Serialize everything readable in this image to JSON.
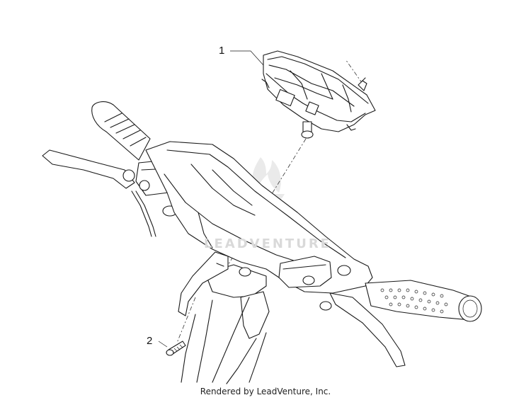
{
  "diagram": {
    "callouts": [
      {
        "id": "1",
        "label": "1"
      },
      {
        "id": "2",
        "label": "2"
      }
    ],
    "watermark": "LEADVENTURE",
    "footer": "Rendered by LeadVenture, Inc.",
    "colors": {
      "line": "#1a1a1a",
      "watermark": "#d9d9d9",
      "background": "#ffffff"
    }
  }
}
